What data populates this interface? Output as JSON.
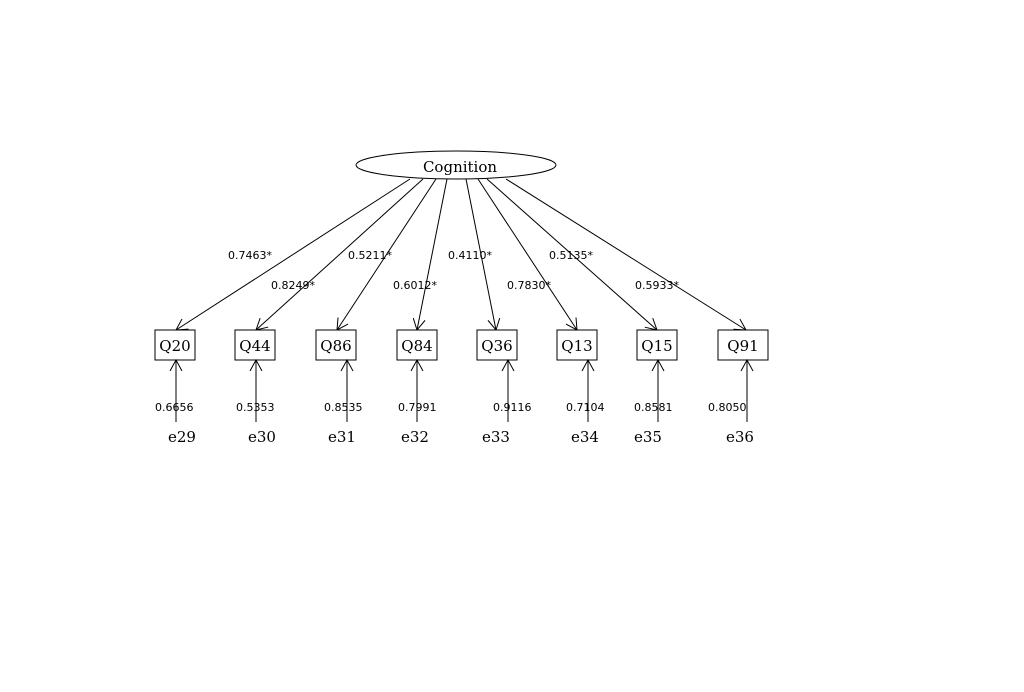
{
  "latent": {
    "label": "Cognition"
  },
  "indicators": [
    {
      "label": "Q20",
      "loading": "0.7463*",
      "error_label": "e29",
      "error_variance": "0.6656"
    },
    {
      "label": "Q44",
      "loading": "0.8249*",
      "error_label": "e30",
      "error_variance": "0.5353"
    },
    {
      "label": "Q86",
      "loading": "0.5211*",
      "error_label": "e31",
      "error_variance": "0.8535"
    },
    {
      "label": "Q84",
      "loading": "0.6012*",
      "error_label": "e32",
      "error_variance": "0.7991"
    },
    {
      "label": "Q36",
      "loading": "0.4110*",
      "error_label": "e33",
      "error_variance": "0.9116"
    },
    {
      "label": "Q13",
      "loading": "0.7830*",
      "error_label": "e34",
      "error_variance": "0.7104"
    },
    {
      "label": "Q15",
      "loading": "0.5135*",
      "error_label": "e35",
      "error_variance": "0.8581"
    },
    {
      "label": "Q91",
      "loading": "0.5933*",
      "error_label": "e36",
      "error_variance": "0.8050"
    }
  ]
}
